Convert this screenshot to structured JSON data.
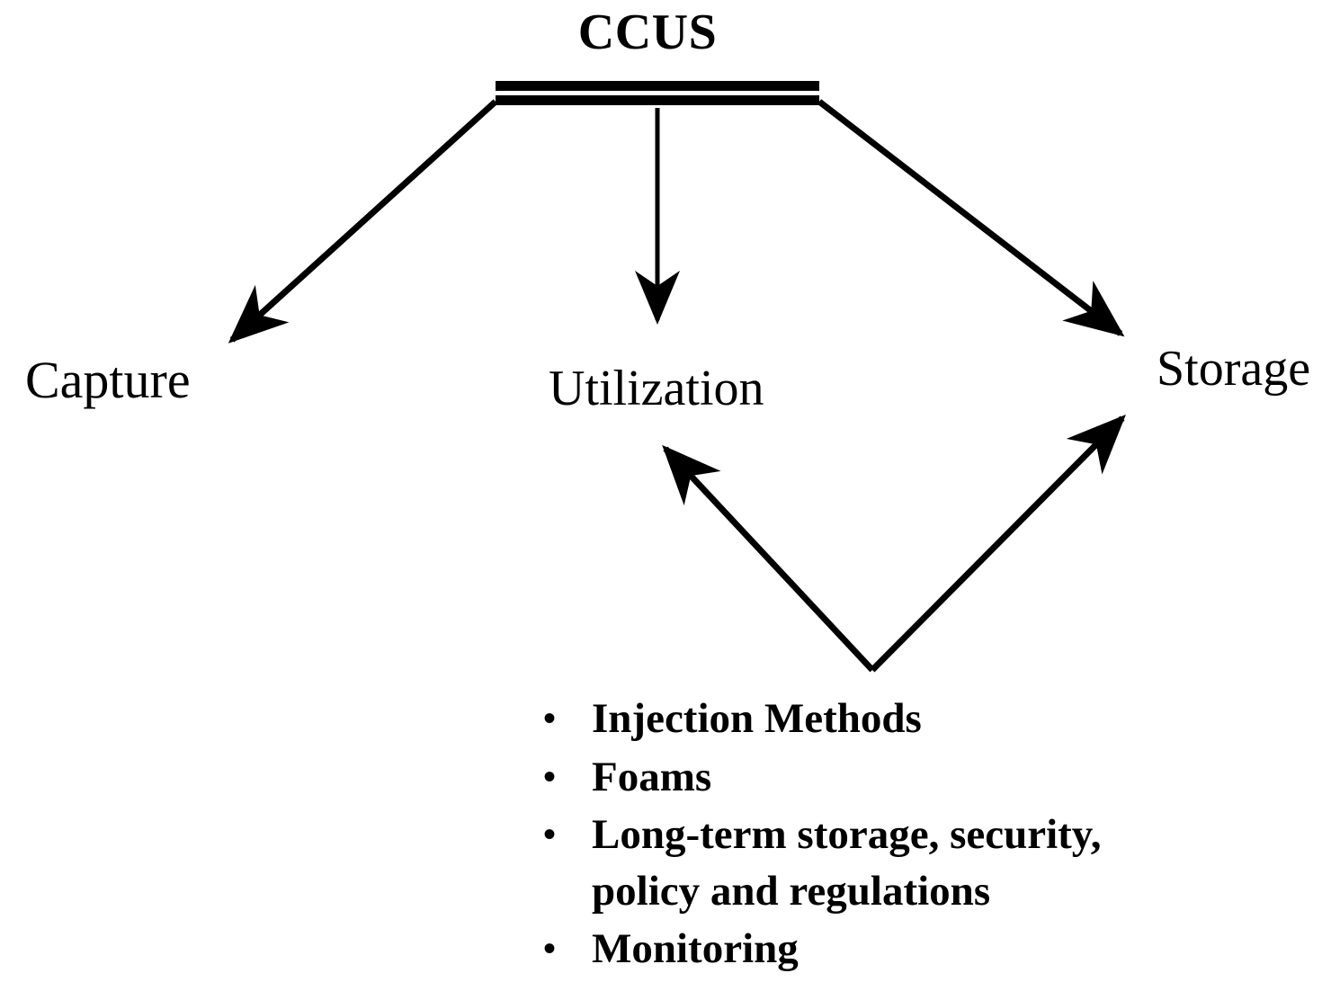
{
  "diagram": {
    "title": "CCUS",
    "nodes": {
      "capture": "Capture",
      "utilization": "Utilization",
      "storage": "Storage"
    },
    "bullet_marker": "•",
    "bullets": [
      "Injection Methods",
      "Foams",
      "Long-term storage, security,\n policy and regulations",
      "Monitoring"
    ],
    "colors": {
      "ink": "#000000",
      "background": "#ffffff"
    }
  }
}
